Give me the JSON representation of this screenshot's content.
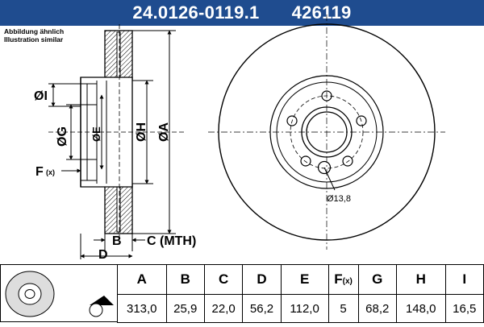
{
  "header": {
    "part_number": "24.0126-0119.1",
    "ref_number": "426119"
  },
  "note": {
    "line1": "Abbildung ähnlich",
    "line2": "Illustration similar"
  },
  "drawing": {
    "labels": {
      "I": "ØI",
      "G": "ØG",
      "E": "ØE",
      "H": "ØH",
      "A": "ØA",
      "F": "F",
      "F_sub": "(x)",
      "B": "B",
      "C": "C (MTH)",
      "D": "D",
      "bolt_hole": "Ø13,8"
    }
  },
  "spec_table": {
    "headers": [
      "A",
      "B",
      "C",
      "D",
      "E",
      "F",
      "G",
      "H",
      "I"
    ],
    "f_sub": "(x)",
    "values": [
      "313,0",
      "25,9",
      "22,0",
      "56,2",
      "112,0",
      "5",
      "68,2",
      "148,0",
      "16,5"
    ]
  }
}
